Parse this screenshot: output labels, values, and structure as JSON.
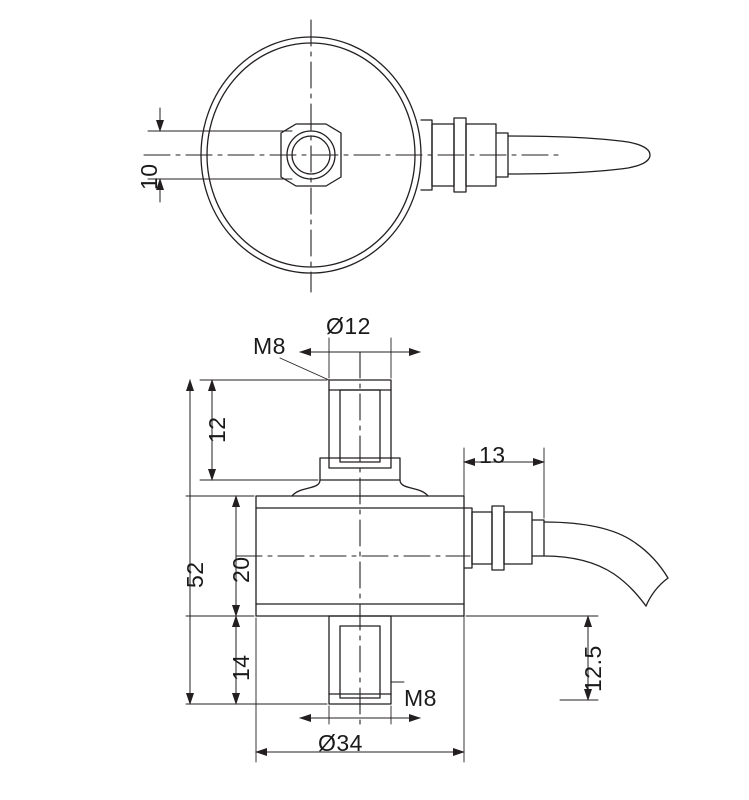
{
  "drawing": {
    "title": "Load cell technical drawing",
    "line_color": "#231f20",
    "centerline_color": "#231f20",
    "views": [
      {
        "name": "top-view",
        "label": ""
      },
      {
        "name": "front-view",
        "label": ""
      }
    ]
  },
  "dimensions": {
    "top_view_height": "10",
    "cable_thread_top": "M8",
    "bore_diameter": "Ø12",
    "flange_to_top": "12",
    "cable_gland_length": "13",
    "overall_height": "52",
    "body_height": "20",
    "bottom_stud_length": "14",
    "cable_height": "12.5",
    "bottom_thread": "M8",
    "body_diameter": "Ø34"
  }
}
